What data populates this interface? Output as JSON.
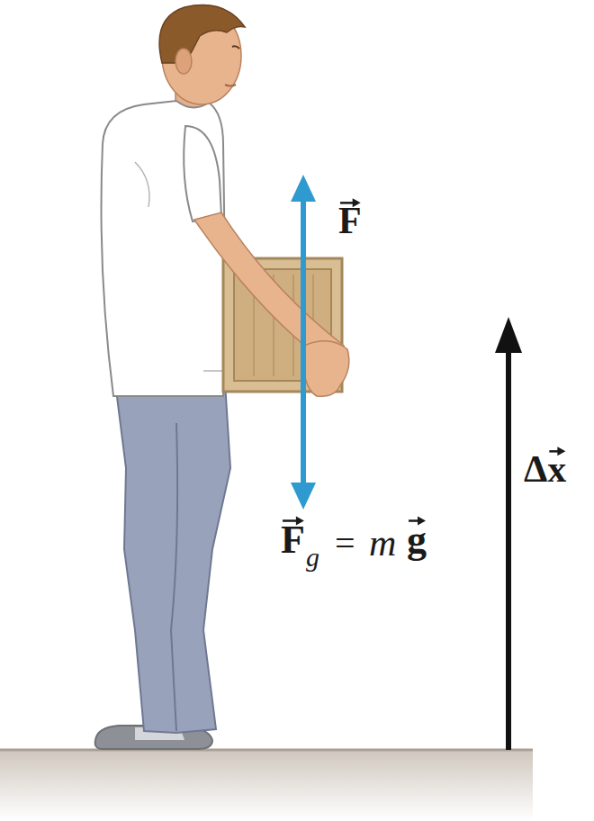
{
  "diagram": {
    "labels": [
      "F",
      "F",
      "g",
      "=",
      "m",
      "g",
      "Δx"
    ]
  }
}
